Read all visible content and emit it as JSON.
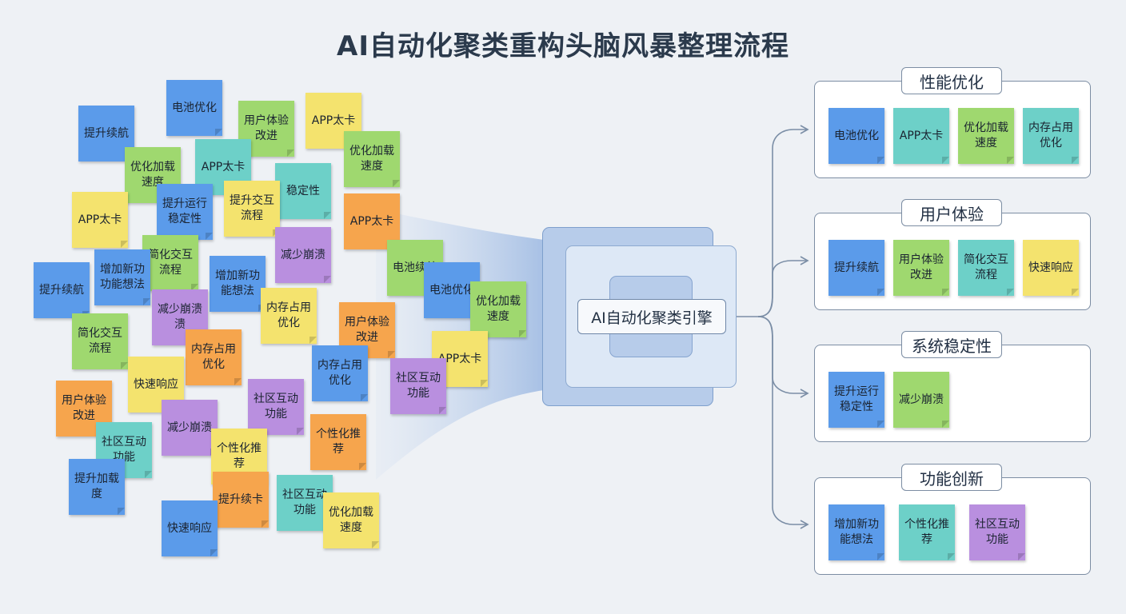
{
  "title": "AI自动化聚类重构头脑风暴整理流程",
  "engine": {
    "label": "AI自动化聚类引擎"
  },
  "colors": {
    "blue": "#5b9bea",
    "teal": "#6dd0c8",
    "green": "#9fd86f",
    "yellow": "#f4e36e",
    "orange": "#f6a54d",
    "purple": "#b98fdf",
    "background": "#eef1f5",
    "connector": "#7b8ea6"
  },
  "notes": [
    {
      "text": "电池优化",
      "color": "blue"
    },
    {
      "text": "提升续航",
      "color": "blue"
    },
    {
      "text": "用户体验改进",
      "color": "green"
    },
    {
      "text": "APP太卡",
      "color": "yellow"
    },
    {
      "text": "优化加载速度",
      "color": "green"
    },
    {
      "text": "APP太卡",
      "color": "teal"
    },
    {
      "text": "优化加载速度",
      "color": "green"
    },
    {
      "text": "稳定性",
      "color": "teal"
    },
    {
      "text": "APP太卡",
      "color": "orange"
    },
    {
      "text": "APP太卡",
      "color": "yellow"
    },
    {
      "text": "提升运行稳定性",
      "color": "blue"
    },
    {
      "text": "提升交互流程",
      "color": "yellow"
    },
    {
      "text": "减少崩溃",
      "color": "purple"
    },
    {
      "text": "简化交互流程",
      "color": "green"
    },
    {
      "text": "提升续航",
      "color": "blue"
    },
    {
      "text": "增加新功功能想法",
      "color": "blue"
    },
    {
      "text": "增加新功能想法",
      "color": "blue"
    },
    {
      "text": "电池续航",
      "color": "green"
    },
    {
      "text": "电池优化",
      "color": "blue"
    },
    {
      "text": "优化加载速度",
      "color": "green"
    },
    {
      "text": "简化交互流程",
      "color": "green"
    },
    {
      "text": "减少崩溃溃",
      "color": "purple"
    },
    {
      "text": "内存占用优化",
      "color": "yellow"
    },
    {
      "text": "用户体验改进",
      "color": "orange"
    },
    {
      "text": "内存占用优化",
      "color": "orange"
    },
    {
      "text": "内存占用优化",
      "color": "blue"
    },
    {
      "text": "APP太卡",
      "color": "yellow"
    },
    {
      "text": "快速响应",
      "color": "yellow"
    },
    {
      "text": "用户体验改进",
      "color": "orange"
    },
    {
      "text": "社区互动功能",
      "color": "purple"
    },
    {
      "text": "社区互动功能",
      "color": "purple"
    },
    {
      "text": "减少崩溃",
      "color": "purple"
    },
    {
      "text": "个性化推荐",
      "color": "orange"
    },
    {
      "text": "社区互动功能",
      "color": "teal"
    },
    {
      "text": "个性化推荐",
      "color": "yellow"
    },
    {
      "text": "提升加载度",
      "color": "blue"
    },
    {
      "text": "提升续卡",
      "color": "orange"
    },
    {
      "text": "社区互动功能",
      "color": "teal"
    },
    {
      "text": "优化加载速度",
      "color": "yellow"
    },
    {
      "text": "快速响应",
      "color": "blue"
    }
  ],
  "clusters": [
    {
      "title": "性能优化",
      "items": [
        {
          "text": "电池优化",
          "color": "blue"
        },
        {
          "text": "APP太卡",
          "color": "teal"
        },
        {
          "text": "优化加载速度",
          "color": "green"
        },
        {
          "text": "内存占用优化",
          "color": "teal"
        }
      ]
    },
    {
      "title": "用户体验",
      "items": [
        {
          "text": "提升续航",
          "color": "blue"
        },
        {
          "text": "用户体验改进",
          "color": "green"
        },
        {
          "text": "简化交互流程",
          "color": "teal"
        },
        {
          "text": "快速响应",
          "color": "yellow"
        }
      ]
    },
    {
      "title": "系统稳定性",
      "items": [
        {
          "text": "提升运行稳定性",
          "color": "blue"
        },
        {
          "text": "减少崩溃",
          "color": "green"
        }
      ]
    },
    {
      "title": "功能创新",
      "items": [
        {
          "text": "增加新功能想法",
          "color": "blue"
        },
        {
          "text": "个性化推荐",
          "color": "teal"
        },
        {
          "text": "社区互动功能",
          "color": "purple"
        }
      ]
    }
  ]
}
